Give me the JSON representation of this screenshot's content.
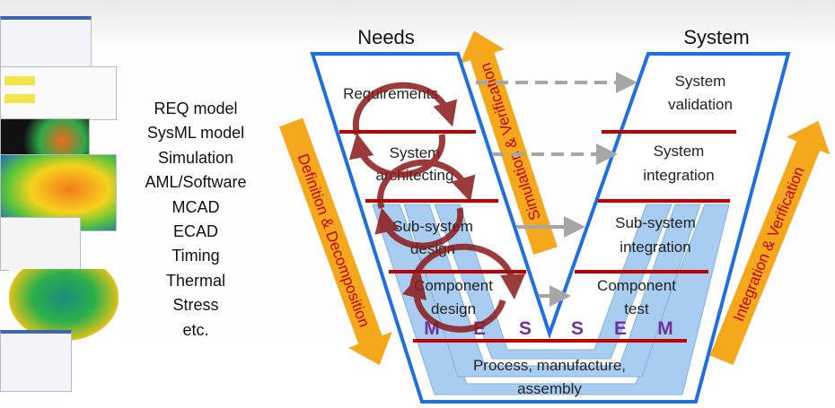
{
  "tools_list": [
    "REQ model",
    "SysML model",
    "Simulation",
    "AML/Software",
    "MCAD",
    "ECAD",
    "Timing",
    "Thermal",
    "Stress",
    "etc."
  ],
  "headings": {
    "left": "Needs",
    "right": "System"
  },
  "left_arm": {
    "requirements": "Requirements",
    "system_architecting": [
      "System",
      "architecting"
    ],
    "subsystem_design": [
      "Sub-system",
      "design"
    ],
    "component_design": [
      "Component",
      "design"
    ]
  },
  "right_arm": {
    "system_validation": [
      "System",
      "validation"
    ],
    "system_integration": [
      "System",
      "integration"
    ],
    "subsystem_integration": [
      "Sub-system",
      "integration"
    ],
    "component_test": [
      "Component",
      "test"
    ]
  },
  "bottom": [
    "Process, manufacture,",
    "assembly"
  ],
  "disciplines": [
    "M",
    "E",
    "S",
    "S",
    "E",
    "M"
  ],
  "arrows": {
    "definition": "Definition & Decomposition",
    "simulation": "Simulation & Verification",
    "integration": "Integration & Verification"
  },
  "colors": {
    "v_outline": "#1f6fe0",
    "divider": "#c00000",
    "orange": "#f5a81c",
    "light_blue": "#a9cdf0",
    "loop": "#8b1a1a"
  }
}
